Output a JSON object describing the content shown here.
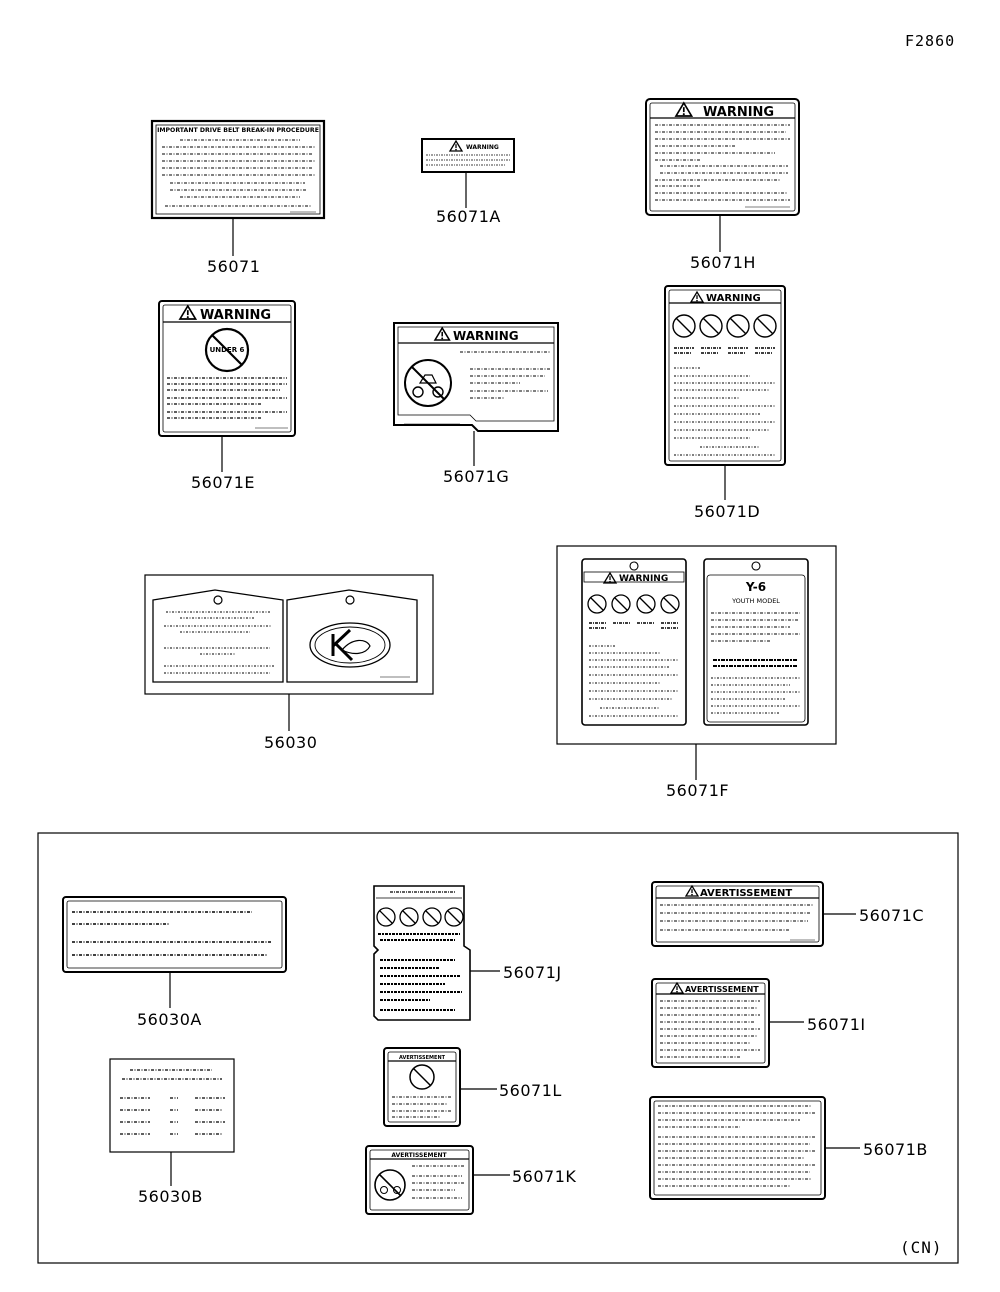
{
  "figure_id": "F2860",
  "region_note": "(CN)",
  "parts": [
    {
      "id": "p56071",
      "number": "56071",
      "label_heading": "IMPORTANT DRIVE BELT BREAK-IN PROCEDURE"
    },
    {
      "id": "p56071A",
      "number": "56071A",
      "label_heading": "WARNING"
    },
    {
      "id": "p56071H",
      "number": "56071H",
      "label_heading": "WARNING"
    },
    {
      "id": "p56071E",
      "number": "56071E",
      "label_heading": "WARNING",
      "badge_text": "UNDER 6"
    },
    {
      "id": "p56071G",
      "number": "56071G",
      "label_heading": "WARNING"
    },
    {
      "id": "p56071D",
      "number": "56071D",
      "label_heading": "WARNING"
    },
    {
      "id": "p56030",
      "number": "56030"
    },
    {
      "id": "p56071F",
      "number": "56071F",
      "label_heading": "WARNING",
      "tag_heading": "Y-6",
      "tag_subheading": "YOUTH MODEL"
    },
    {
      "id": "p56030A",
      "number": "56030A"
    },
    {
      "id": "p56071J",
      "number": "56071J"
    },
    {
      "id": "p56071C",
      "number": "56071C",
      "label_heading": "AVERTISSEMENT"
    },
    {
      "id": "p56071I",
      "number": "56071I",
      "label_heading": "AVERTISSEMENT"
    },
    {
      "id": "p56071L",
      "number": "56071L",
      "label_heading": "AVERTISSEMENT"
    },
    {
      "id": "p56030B",
      "number": "56030B"
    },
    {
      "id": "p56071K",
      "number": "56071K",
      "label_heading": "AVERTISSEMENT"
    },
    {
      "id": "p56071B",
      "number": "56071B"
    }
  ]
}
